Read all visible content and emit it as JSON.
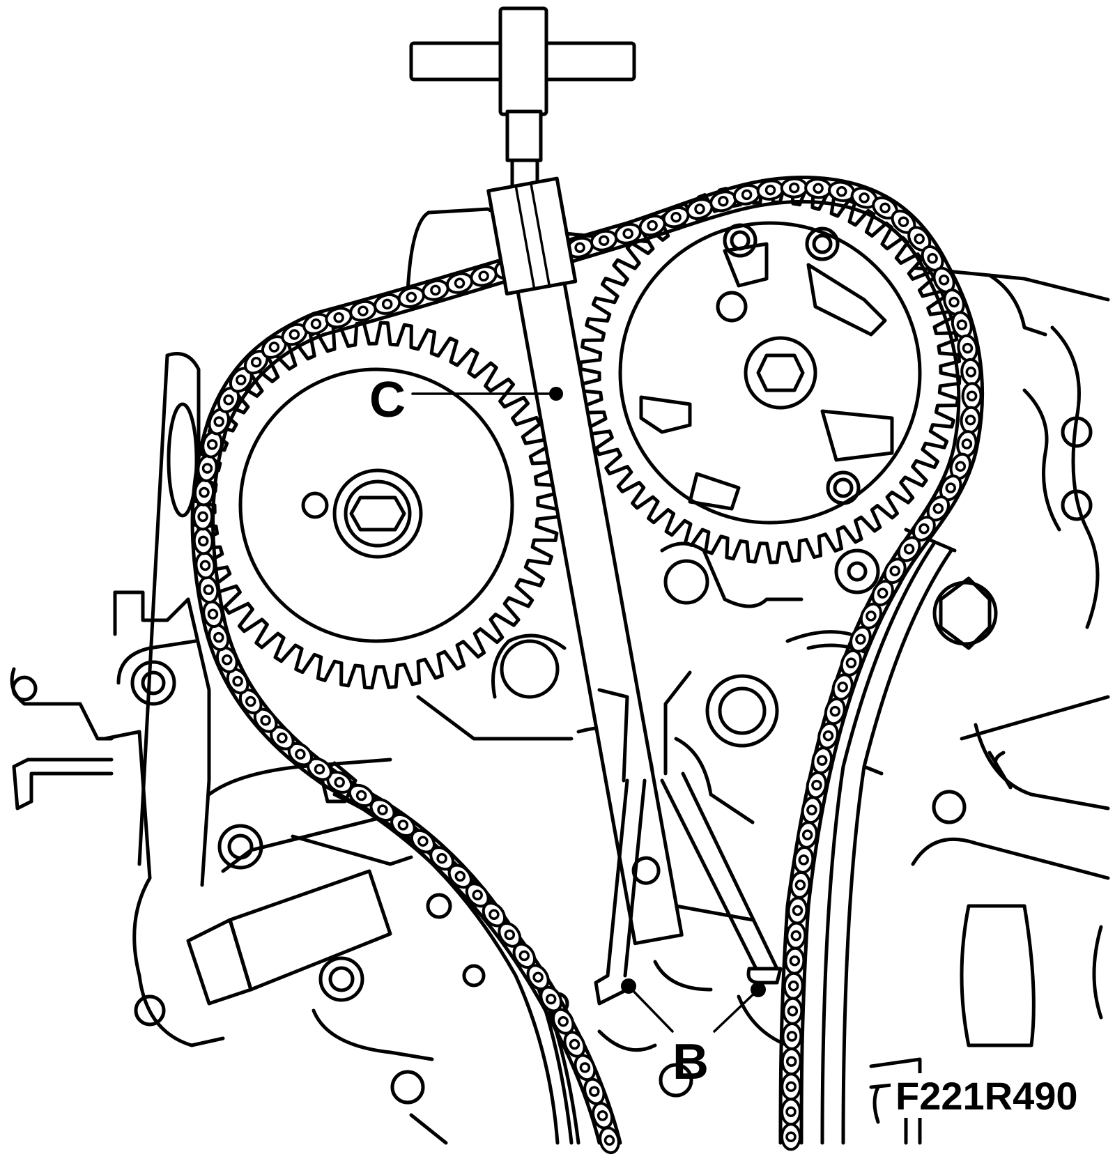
{
  "figure": {
    "reference_code": "F221R490",
    "callouts": [
      {
        "id": "C",
        "label": "C"
      },
      {
        "id": "B",
        "label": "B"
      }
    ]
  }
}
